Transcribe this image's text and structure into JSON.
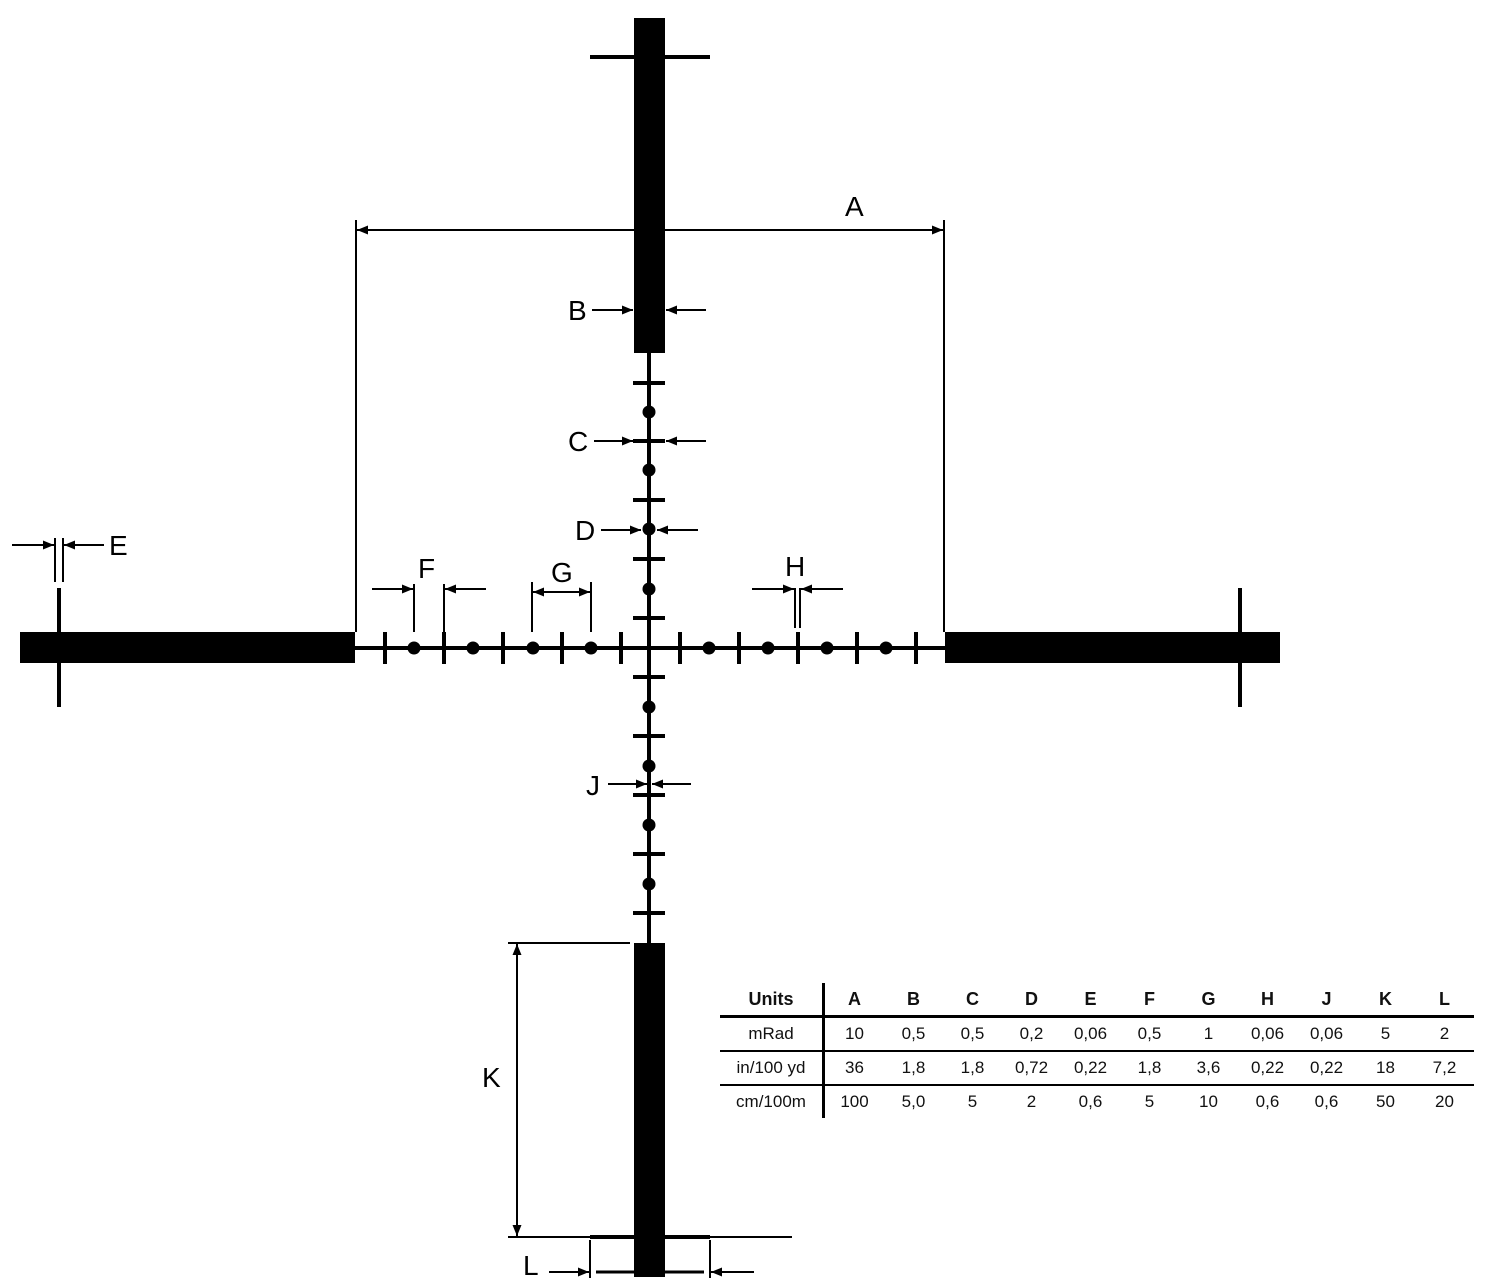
{
  "labels": {
    "A": "A",
    "B": "B",
    "C": "C",
    "D": "D",
    "E": "E",
    "F": "F",
    "G": "G",
    "H": "H",
    "J": "J",
    "K": "K",
    "L": "L"
  },
  "table": {
    "header": [
      "Units",
      "A",
      "B",
      "C",
      "D",
      "E",
      "F",
      "G",
      "H",
      "J",
      "K",
      "L"
    ],
    "rows": [
      [
        "mRad",
        "10",
        "0,5",
        "0,5",
        "0,2",
        "0,06",
        "0,5",
        "1",
        "0,06",
        "0,06",
        "5",
        "2"
      ],
      [
        "in/100 yd",
        "36",
        "1,8",
        "1,8",
        "0,72",
        "0,22",
        "1,8",
        "3,6",
        "0,22",
        "0,22",
        "18",
        "7,2"
      ],
      [
        "cm/100m",
        "100",
        "5,0",
        "5",
        "2",
        "0,6",
        "5",
        "10",
        "0,6",
        "0,6",
        "50",
        "20"
      ]
    ]
  }
}
